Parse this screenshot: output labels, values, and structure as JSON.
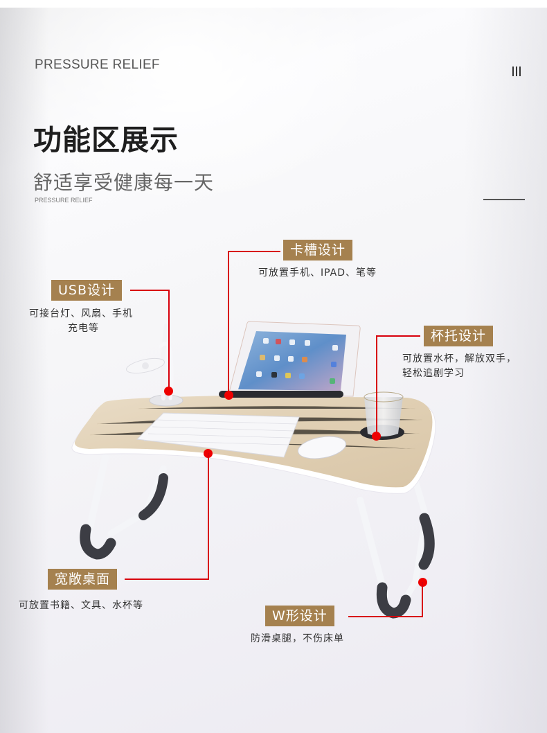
{
  "header": {
    "kicker": "PRESSURE RELIEF",
    "menu_icon": "three-vertical-bars",
    "title": "功能区展示",
    "subtitle": "舒适享受健康每一天",
    "tiny_caption": "PRESSURE RELIEF"
  },
  "colors": {
    "tag_background": "#a5814f",
    "callout_line": "#d8000c",
    "callout_dot": "#ee0000",
    "tabletop": "#e2d2b8",
    "leg_grip": "#3c3d44"
  },
  "callouts": [
    {
      "id": "usb",
      "label": "USB设计",
      "description_lines": [
        "可接台灯、风扇、手机",
        "充电等"
      ]
    },
    {
      "id": "slot",
      "label": "卡槽设计",
      "description_lines": [
        "可放置手机、IPAD、笔等"
      ]
    },
    {
      "id": "cup",
      "label": "杯托设计",
      "description_lines": [
        "可放置水杯，解放双手，",
        "轻松追剧学习"
      ]
    },
    {
      "id": "surface",
      "label": "宽敞桌面",
      "description_lines": [
        "可放置书籍、文具、水杯等"
      ]
    },
    {
      "id": "legs",
      "label": "W形设计",
      "description_lines": [
        "防滑桌腿，不伤床单"
      ]
    }
  ],
  "product": {
    "name": "foldable laptop bed tray table",
    "items_shown": [
      "usb fan",
      "usb lamp",
      "tablet",
      "keyboard",
      "mouse",
      "glass cup"
    ]
  }
}
